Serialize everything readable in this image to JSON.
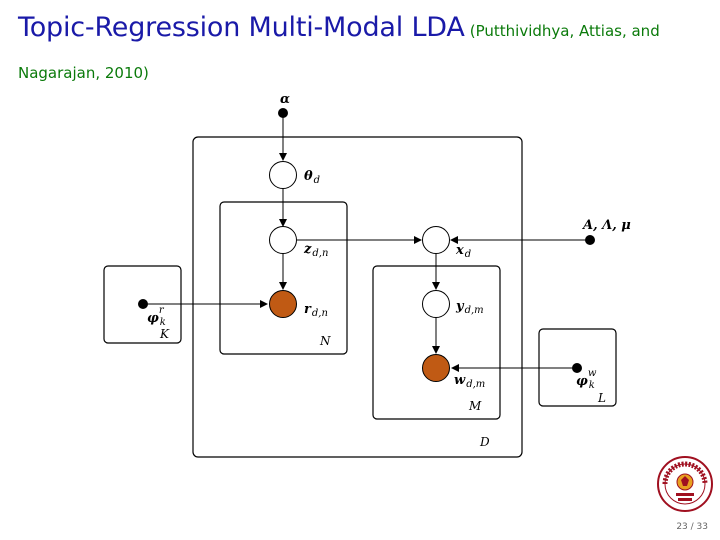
{
  "title": {
    "main": "Topic-Regression Multi-Modal LDA",
    "cite_line1": "(Putthividhya, Attias, and",
    "cite_line2": "Nagarajan, 2010)"
  },
  "diagram": {
    "hyper_alpha": "α",
    "hyper_aLm": "A, Λ, μ",
    "theta": {
      "base": "θ",
      "sub": "d"
    },
    "z": {
      "base": "z",
      "sub": "d,n"
    },
    "r": {
      "base": "r",
      "sub": "d,n"
    },
    "x": {
      "base": "x",
      "sub": "d"
    },
    "y": {
      "base": "y",
      "sub": "d,m"
    },
    "w": {
      "base": "w",
      "sub": "d,m"
    },
    "phi_r": {
      "base": "φ",
      "sub": "k",
      "sup": "r"
    },
    "phi_w": {
      "base": "φ",
      "sub": "k",
      "sup": "w"
    },
    "plates": {
      "K": "K",
      "N": "N",
      "M": "M",
      "D": "D",
      "L": "L"
    },
    "colors": {
      "observed": "#c05a14",
      "latent": "#ffffff"
    }
  },
  "footer": {
    "page": "23 / 33"
  }
}
